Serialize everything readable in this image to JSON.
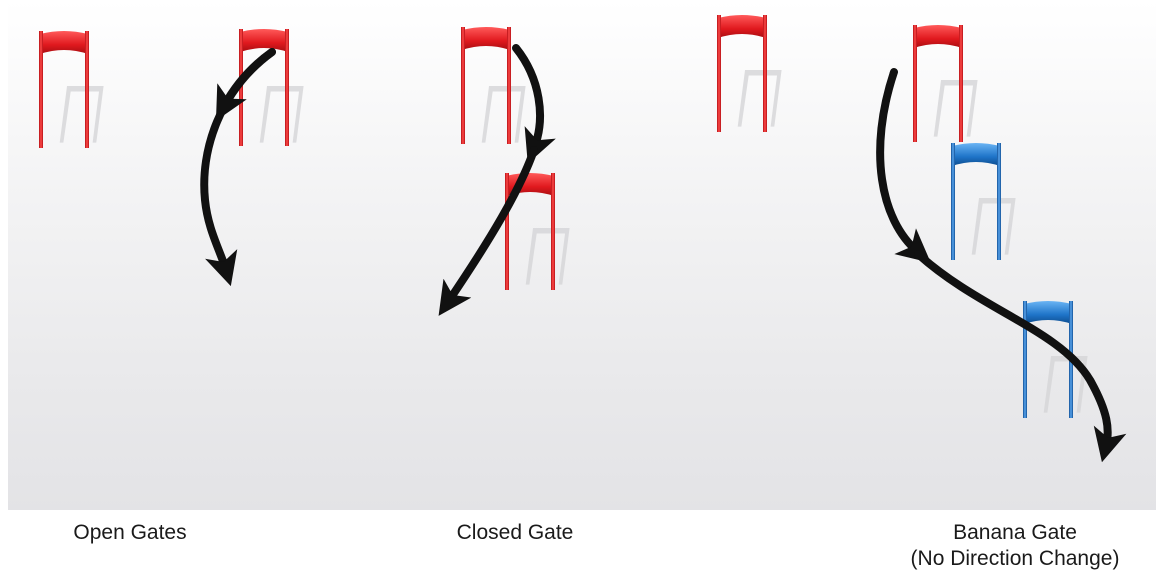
{
  "captions": {
    "open_gates": "Open Gates",
    "closed_gate": "Closed Gate",
    "banana_gate_line1": "Banana Gate",
    "banana_gate_line2": "(No Direction Change)"
  },
  "colors": {
    "red_gate": "#e0191e",
    "blue_gate": "#1e74c8",
    "arrow": "#111111",
    "shadow": "#d6d6d8"
  },
  "gates": [
    {
      "group": "open_gates",
      "color": "red"
    },
    {
      "group": "open_gates",
      "color": "red"
    },
    {
      "group": "closed_gate",
      "color": "red"
    },
    {
      "group": "closed_gate",
      "color": "red"
    },
    {
      "group": "banana_gate",
      "color": "red"
    },
    {
      "group": "banana_gate",
      "color": "red"
    },
    {
      "group": "banana_gate",
      "color": "blue"
    },
    {
      "group": "banana_gate",
      "color": "blue"
    }
  ]
}
